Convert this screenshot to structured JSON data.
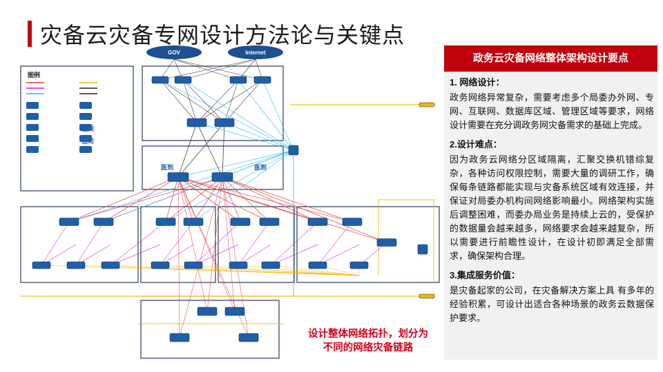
{
  "slide": {
    "title": "灾备云灾备专网设计方法论与关键点"
  },
  "diagram": {
    "clouds": [
      {
        "label": "GOV"
      },
      {
        "label": "Internet"
      }
    ],
    "zone_labels": {
      "legend": "图例",
      "backup_center": "医到",
      "backup_dest": "医到",
      "low_level": "低司",
      "mid_level": "医到"
    },
    "caption_line1": "设计整体网络拓扑，划分为",
    "caption_line2": "不同的网络灾备链路",
    "colors": {
      "accent_red": "#c0000c",
      "link_red": "#e53935",
      "link_cyan": "#29b6f6",
      "link_yellow": "#f4b400",
      "link_magenta": "#d81bd8",
      "link_black": "#222222",
      "device_blue": "#1f5fa8",
      "cloud_blue": "#1d4f91"
    }
  },
  "panel": {
    "header": "政务云灾备网络整体架构设计要点",
    "sections": [
      {
        "title": "1. 网络设计：",
        "text": "政务网络异常复杂，需要考虑多个局委办外网、专网、互联网、数据库区域、管理区域等要求，网络设计需要在充分调政务网灾备需求的基础上完成。"
      },
      {
        "title": "2.设计难点：",
        "text": "因为政务云网络分区域隔离，汇聚交换机错综复杂，各种访问权限控制，需要大量的调研工作，确保每条链路都能实现与灾备系统区域有效连接，并保证对局委办机构间网络影响最小。网络架构实施后调整困难，而委办局业务是持续上云的，受保护的数据量会越来越多，网络要求会越来越复杂，所以需要进行前瞻性设计，在设计初即满足全部需求，确保架构合理。"
      },
      {
        "title": "3.集成服务价值：",
        "text": "是灾备起家的公司，在灾备解决方案上具 有多年的经验积累，可设计出适合各种场景的政务云数据保护要求。"
      }
    ]
  }
}
